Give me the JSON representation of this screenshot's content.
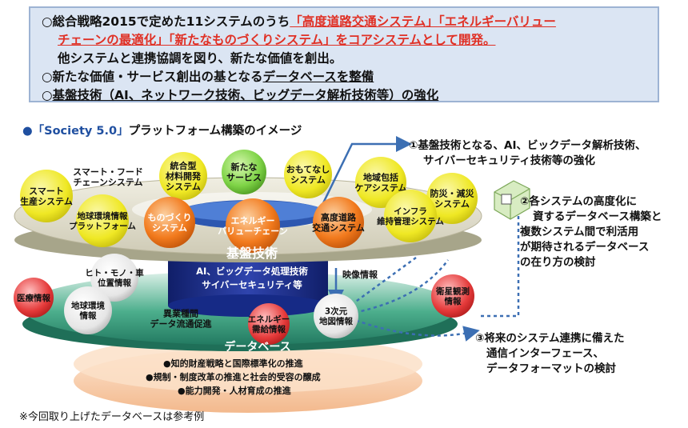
{
  "summary": {
    "line1_prefix": "○総合戦略2015で定めた11システムのうち",
    "line1_red": "「高度道路交通システム」「エネルギーバリュー",
    "line2_red": "チェーンの最適化」「新たなものづくりシステム」",
    "line2_suffix": "をコアシステムとして開発。",
    "line3": "他システムと連携協調を図り、新たな価値を創出。",
    "line4_prefix": "○新たな価値・サービス創出の基となる",
    "line4_ul": "データベースを整備",
    "line5_prefix": "○",
    "line5_ul": "基盤技術（AI、ネットワーク技術、ビッグデータ解析技術等）の強化"
  },
  "section_title": {
    "bullet": "●",
    "highlight": "「Society 5.0」",
    "rest": "プラットフォーム構築のイメージ"
  },
  "systems": [
    {
      "lines": [
        "スマート",
        "生産システム"
      ]
    },
    {
      "lines": [
        "スマート・フード",
        "チェーンシステム"
      ]
    },
    {
      "lines": [
        "統合型",
        "材料開発",
        "システム"
      ]
    },
    {
      "lines": [
        "新たな",
        "サービス"
      ]
    },
    {
      "lines": [
        "おもてなし",
        "システム"
      ]
    },
    {
      "lines": [
        "地域包括",
        "ケアシステム"
      ]
    },
    {
      "lines": [
        "防災・減災",
        "システム"
      ]
    },
    {
      "lines": [
        "地球環境情報",
        "プラットフォーム"
      ]
    },
    {
      "lines": [
        "ものづくり",
        "システム"
      ]
    },
    {
      "lines": [
        "エネルギー",
        "バリューチェーン"
      ]
    },
    {
      "lines": [
        "高度道路",
        "交通システム"
      ]
    },
    {
      "lines": [
        "インフラ",
        "維持管理システム"
      ]
    }
  ],
  "core": {
    "title": "基盤技術",
    "line1": "AI、ビッグデータ処理技術",
    "line2": "サイバーセキュリティ等"
  },
  "databases": [
    {
      "lines": [
        "医療情報"
      ]
    },
    {
      "lines": [
        "ヒト・モノ・車",
        "位置情報"
      ]
    },
    {
      "lines": [
        "地球環境",
        "情報"
      ]
    },
    {
      "lines": [
        "異業種間",
        "データ流通促進"
      ]
    },
    {
      "lines": [
        "エネルギー",
        "需給情報"
      ]
    },
    {
      "lines": [
        "3次元",
        "地図情報"
      ]
    },
    {
      "lines": [
        "映像情報"
      ]
    },
    {
      "lines": [
        "衛星観測",
        "情報"
      ]
    }
  ],
  "database_label": "データベース",
  "base_items": [
    "●知的財産戦略と国際標準化の推進",
    "●規制・制度改革の推進と社会的受容の醸成",
    "●能力開発・人材育成の推進"
  ],
  "notes": {
    "note1": [
      "①基盤技術となる、AI、ビックデータ解析技術、",
      "サイバーセキュリティ技術等の強化"
    ],
    "note2": [
      "②各システムの高度化に",
      "資するデータベース構築と",
      "複数システム間で利活用",
      "が期待されるデータベース",
      "の在り方の検討"
    ],
    "note3": [
      "③将来のシステム連携に備えた",
      "通信インターフェース、",
      "データフォーマットの検討"
    ]
  },
  "footnote": "※今回取り上げたデータベースは参考例",
  "colors": {
    "summary_bg": "#dbe5f3",
    "red_text": "#e03025",
    "yellow_bubble": "#f2ee2a",
    "orange_bubble": "#f07c1e",
    "core_blue": "#1d2f86",
    "db_teal": "#2f8f77",
    "base_peach": "#f7c7a0",
    "arrow_blue": "#3c6fb3"
  }
}
